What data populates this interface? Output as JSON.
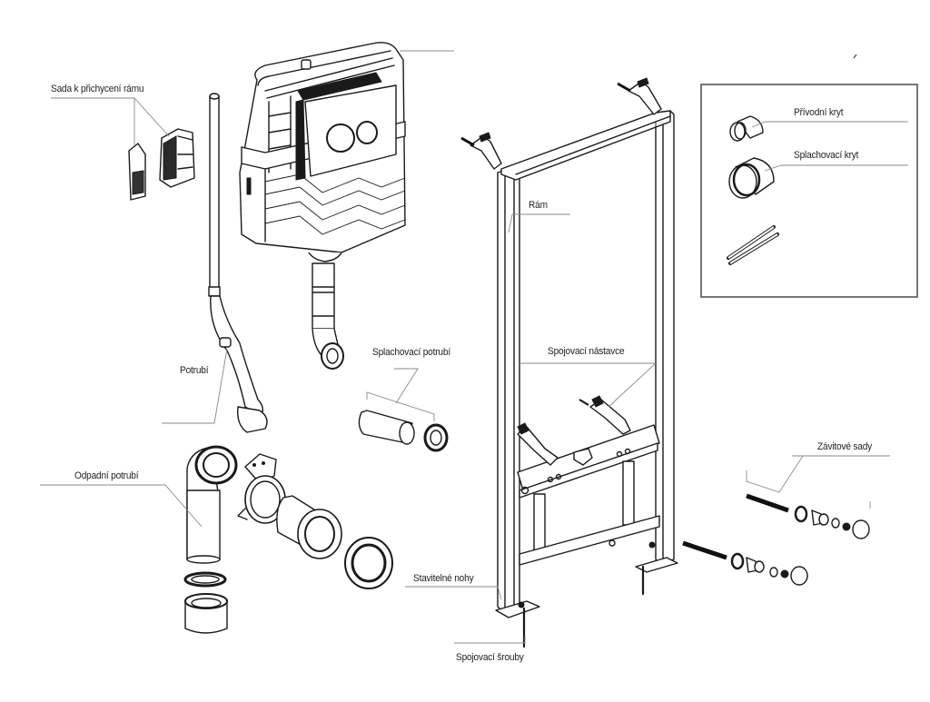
{
  "diagram": {
    "title": "",
    "labels": {
      "frame_mount_kit": "Sada k přichycení rámu",
      "pipe": "Potrubí",
      "waste_pipe": "Odpadní potrubí",
      "flush_pipe": "Splachovací potrubí",
      "frame": "Rám",
      "connecting_brackets": "Spojovací nástavce",
      "adjustable_legs": "Stavitelné nohy",
      "connecting_screws": "Spojovací šrouby",
      "threaded_sets": "Závitové sady",
      "inlet_cover": "Přívodní kryt",
      "flush_cover": "Splachovací kryt"
    },
    "components": [
      "cistern-tank",
      "flush-plate-dual-button",
      "frame-mount-clips",
      "inlet-pipe",
      "flush-pipe-elbow",
      "flush-pipe-with-seal",
      "waste-pipe-elbow",
      "waste-pipe-seal-ring",
      "waste-pipe-socket",
      "pipe-clamp",
      "waste-connector",
      "waste-seal",
      "steel-frame",
      "wall-anchors",
      "frame-connecting-brackets",
      "adjustable-legs",
      "connecting-screws",
      "threaded-rod-sets",
      "inlet-cover-cap",
      "flush-cover-cap",
      "spare-rods"
    ]
  }
}
